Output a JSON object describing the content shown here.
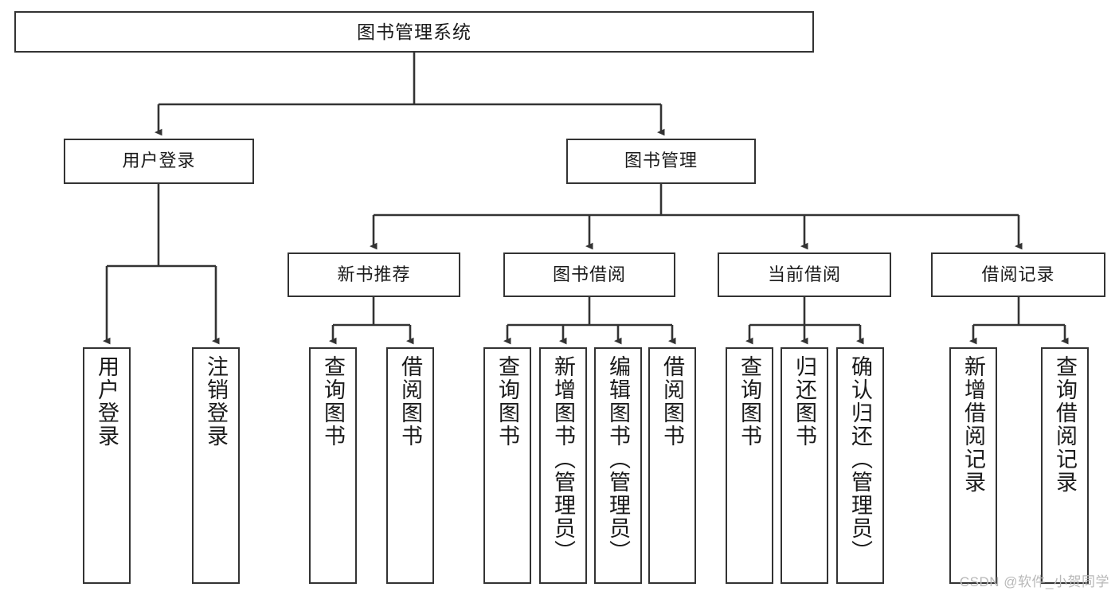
{
  "diagram": {
    "title": "图书管理系统",
    "type": "tree-hierarchy-chart",
    "stroke_color": "#333333",
    "fill_color": "#ffffff",
    "text_color": "#1a1a1a"
  },
  "nodes": {
    "root": {
      "label": "图书管理系统"
    },
    "level1": [
      {
        "label": "用户登录"
      },
      {
        "label": "图书管理"
      }
    ],
    "level2": [
      {
        "label": "新书推荐"
      },
      {
        "label": "图书借阅"
      },
      {
        "label": "当前借阅"
      },
      {
        "label": "借阅记录"
      }
    ],
    "leaves": {
      "user_login": [
        {
          "label": "用户登录"
        },
        {
          "label": "注销登录"
        }
      ],
      "new_book": [
        {
          "label": "查询图书"
        },
        {
          "label": "借阅图书"
        }
      ],
      "book_borrow": [
        {
          "label": "查询图书"
        },
        {
          "label": "新增图书（管理员）"
        },
        {
          "label": "编辑图书（管理员）"
        },
        {
          "label": "借阅图书"
        }
      ],
      "current_borrow": [
        {
          "label": "查询图书"
        },
        {
          "label": "归还图书"
        },
        {
          "label": "确认归还（管理员）"
        }
      ],
      "borrow_record": [
        {
          "label": "新增借阅记录"
        },
        {
          "label": "查询借阅记录"
        }
      ]
    }
  },
  "watermark": {
    "text": "CSDN @软件_小贺同学"
  }
}
